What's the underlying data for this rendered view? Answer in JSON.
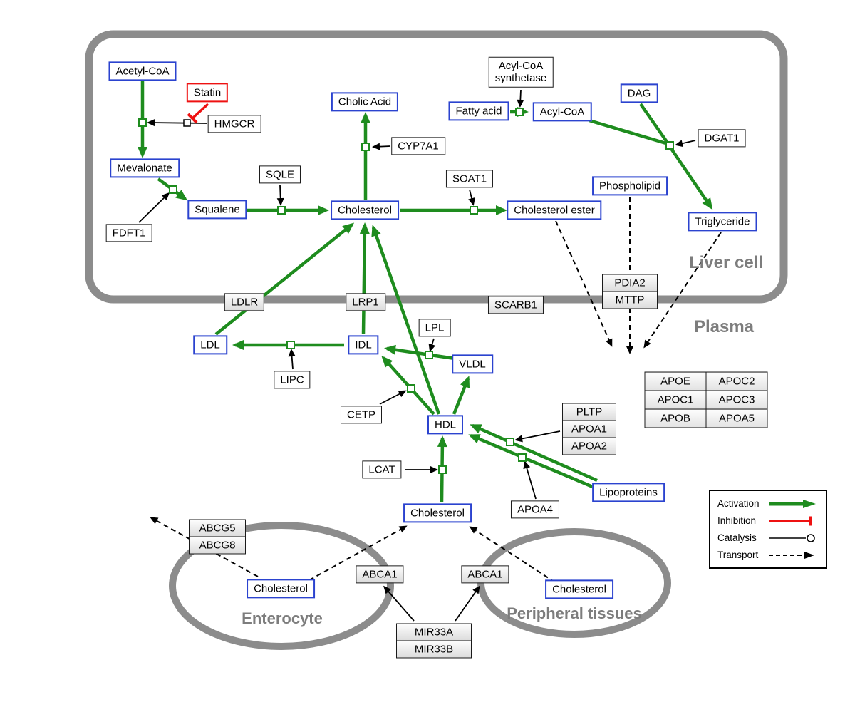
{
  "regions": {
    "liver_cell": "Liver cell",
    "plasma": "Plasma",
    "enterocyte": "Enterocyte",
    "peripheral_tissues": "Peripheral tissues"
  },
  "nodes": {
    "acetyl_coa": "Acetyl-CoA",
    "statin": "Statin",
    "hmgcr": "HMGCR",
    "mevalonate": "Mevalonate",
    "fdft1": "FDFT1",
    "squalene": "Squalene",
    "sqle": "SQLE",
    "cholesterol_liver": "Cholesterol",
    "cholic_acid": "Cholic Acid",
    "cyp7a1": "CYP7A1",
    "soat1": "SOAT1",
    "cholesterol_ester": "Cholesterol ester",
    "acyl_coa_synthetase_line1": "Acyl-CoA",
    "acyl_coa_synthetase_line2": "synthetase",
    "fatty_acid": "Fatty acid",
    "acyl_coa": "Acyl-CoA",
    "dag": "DAG",
    "dgat1": "DGAT1",
    "phospholipid": "Phospholipid",
    "triglyceride": "Triglyceride",
    "pdia2": "PDIA2",
    "mttp": "MTTP",
    "ldlr": "LDLR",
    "lrp1": "LRP1",
    "scarb1": "SCARB1",
    "ldl": "LDL",
    "idl": "IDL",
    "lpl": "LPL",
    "vldl": "VLDL",
    "lipc": "LIPC",
    "cetp": "CETP",
    "hdl": "HDL",
    "pltp": "PLTP",
    "apoa1": "APOA1",
    "apoa2": "APOA2",
    "lcat": "LCAT",
    "apoa4": "APOA4",
    "lipoproteins": "Lipoproteins",
    "apo_table": [
      [
        "APOE",
        "APOC2"
      ],
      [
        "APOC1",
        "APOC3"
      ],
      [
        "APOB",
        "APOA5"
      ]
    ],
    "cholesterol_plasma": "Cholesterol",
    "abcg5": "ABCG5",
    "abcg8": "ABCG8",
    "cholesterol_enterocyte": "Cholesterol",
    "abca1_enterocyte": "ABCA1",
    "abca1_peripheral": "ABCA1",
    "cholesterol_peripheral": "Cholesterol",
    "mir33a": "MIR33A",
    "mir33b": "MIR33B"
  },
  "legend": {
    "activation": "Activation",
    "inhibition": "Inhibition",
    "catalysis": "Catalysis",
    "transport": "Transport"
  },
  "colors": {
    "activation": "#1e8c1e",
    "inhibition": "#ee1111",
    "metabolite": "#2b43cf",
    "membrane": "#8c8c8c",
    "region": "#7d7d7d"
  },
  "edges": [
    {
      "type": "activation",
      "from": "acetyl_coa",
      "to": "mevalonate",
      "catalyst": "hmgcr"
    },
    {
      "type": "inhibition",
      "from": "statin",
      "to": "hmgcr"
    },
    {
      "type": "activation",
      "from": "mevalonate",
      "to": "squalene",
      "catalyst": "fdft1"
    },
    {
      "type": "activation",
      "from": "squalene",
      "to": "cholesterol_liver",
      "catalyst": "sqle"
    },
    {
      "type": "activation",
      "from": "cholesterol_liver",
      "to": "cholic_acid",
      "catalyst": "cyp7a1"
    },
    {
      "type": "activation",
      "from": "cholesterol_liver",
      "to": "cholesterol_ester",
      "catalyst": "soat1"
    },
    {
      "type": "activation",
      "from": "fatty_acid",
      "to": "acyl_coa",
      "catalyst": "acyl_coa_synthetase"
    },
    {
      "type": "activation",
      "from": "acyl_coa",
      "to": "triglyceride",
      "catalyst": "dgat1"
    },
    {
      "type": "activation",
      "from": "dag",
      "to": "triglyceride",
      "catalyst": "dgat1"
    },
    {
      "type": "activation",
      "from": "ldl",
      "to": "cholesterol_liver",
      "via": "ldlr"
    },
    {
      "type": "activation",
      "from": "idl",
      "to": "cholesterol_liver",
      "via": "lrp1"
    },
    {
      "type": "activation",
      "from": "hdl",
      "to": "cholesterol_liver"
    },
    {
      "type": "activation",
      "from": "idl",
      "to": "ldl",
      "catalyst": "lipc"
    },
    {
      "type": "activation",
      "from": "vldl",
      "to": "idl",
      "catalyst": "lpl"
    },
    {
      "type": "activation",
      "from": "hdl",
      "to": "idl",
      "catalyst": "cetp"
    },
    {
      "type": "activation",
      "from": "hdl",
      "to": "vldl"
    },
    {
      "type": "activation",
      "from": "cholesterol_plasma",
      "to": "hdl",
      "catalyst": "lcat"
    },
    {
      "type": "activation",
      "from": "lipoproteins",
      "to": "hdl",
      "catalyst": "pltp_apoa1_apoa2"
    },
    {
      "type": "activation",
      "from": "lipoproteins",
      "to": "hdl",
      "catalyst": "apoa4"
    },
    {
      "type": "transport",
      "from": "cholesterol_ester",
      "to": "plasma"
    },
    {
      "type": "transport",
      "from": "phospholipid",
      "to": "plasma",
      "via": "pdia2_mttp"
    },
    {
      "type": "transport",
      "from": "triglyceride",
      "to": "plasma"
    },
    {
      "type": "transport",
      "from": "cholesterol_enterocyte",
      "to": "cholesterol_plasma",
      "via": "abca1_enterocyte"
    },
    {
      "type": "transport",
      "from": "cholesterol_peripheral",
      "to": "cholesterol_plasma",
      "via": "abca1_peripheral"
    },
    {
      "type": "transport",
      "from": "cholesterol_enterocyte",
      "to": "outside",
      "via": "abcg5_abcg8"
    },
    {
      "type": "catalysis",
      "from": "mir33a_mir33b",
      "to": "abca1_enterocyte"
    },
    {
      "type": "catalysis",
      "from": "mir33a_mir33b",
      "to": "abca1_peripheral"
    }
  ]
}
